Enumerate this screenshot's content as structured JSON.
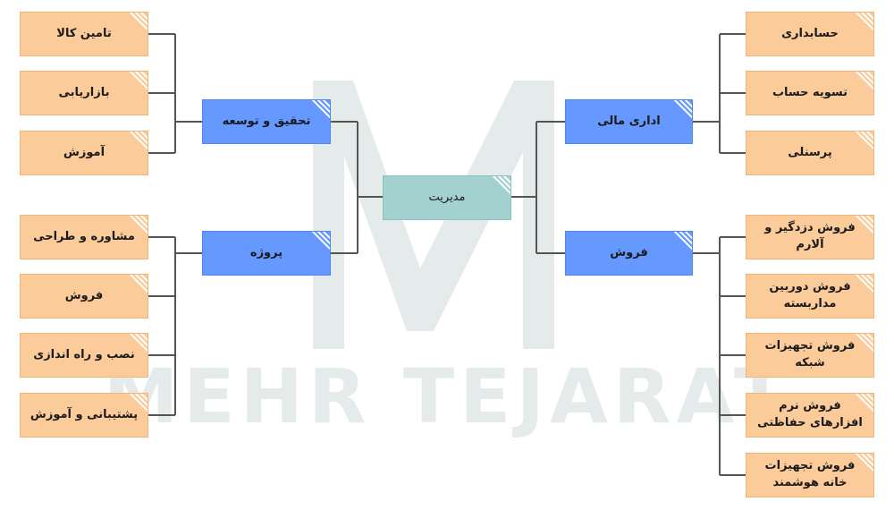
{
  "watermark": {
    "logo_letter": "M",
    "text": "MEHR TEJARAT"
  },
  "root": {
    "label": "مدیریت"
  },
  "left": [
    {
      "label": "تحقیق و توسعه",
      "children": [
        "تامین کالا",
        "بازاریابی",
        "آموزش"
      ]
    },
    {
      "label": "پروژه",
      "children": [
        "مشاوره و طراحی",
        "فروش",
        "نصب و راه اندازی",
        "پشتیبانی و آموزش"
      ]
    }
  ],
  "right": [
    {
      "label": "اداری مالی",
      "children": [
        "حسابداری",
        "تسویه حساب",
        "پرسنلی"
      ]
    },
    {
      "label": "فروش",
      "children": [
        "فروش دزدگیر و آلارم",
        "فروش دوربین مداربسته",
        "فروش تجهیزات شبکه",
        "فروش نرم افزارهای حفاظتی",
        "فروش تجهیزات خانه هوشمند"
      ]
    }
  ],
  "colors": {
    "leaf": "#fccb9a",
    "department": "#6699ff",
    "root": "#a3d1cf",
    "connector": "#555555",
    "watermark": "#dfe7e6"
  }
}
